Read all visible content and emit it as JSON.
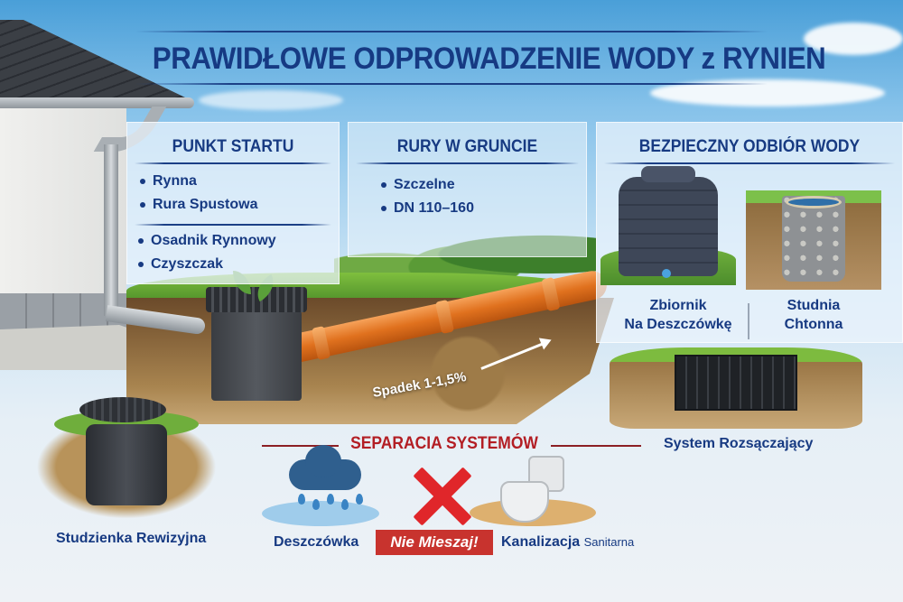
{
  "title": "PRAWIDŁOWE ODPROWADZENIE WODY z RYNIEN",
  "panels": {
    "start": {
      "title": "PUNKT STARTU",
      "group1": [
        "Rynna",
        "Rura Spustowa"
      ],
      "group2": [
        "Osadnik Rynnowy",
        "Czyszczak"
      ]
    },
    "pipes": {
      "title": "RURY W GRUNCIE",
      "items": [
        "Szczelne",
        "DN 110–160"
      ]
    },
    "safe": {
      "title": "BEZPIECZNY ODBIÓR WODY",
      "tank_label_1": "Zbiornik",
      "tank_label_2": "Na Deszczówkę",
      "well_label_1": "Studnia",
      "well_label_2": "Chtonna"
    }
  },
  "slope_label": "Spadek 1-1,5%",
  "infiltration_label": "System Rozsączający",
  "inspection_well_label": "Studzienka Rewizyjna",
  "separation": {
    "title": "SEPARACIA SYSTEMÓW",
    "rainwater_label": "Deszczówka",
    "warning_label": "Nie Mieszaj!",
    "sewage_label": "Kanalizacja",
    "sewage_label_small": "Sanitarna",
    "colors": {
      "title": "#b31e24",
      "warning_bg": "#c8332e",
      "x_mark": "#e0262a"
    }
  },
  "colors": {
    "heading": "#173a82",
    "pipe": "#e0711e",
    "sky": "#86c2ea"
  },
  "icons": [
    "house-roof",
    "downpipe",
    "gutter-settler",
    "orange-pvc-pipe",
    "slope-arrow",
    "rainwater-tank",
    "soakaway-well",
    "infiltration-crate",
    "inspection-well",
    "rain-cloud",
    "red-x",
    "toilet"
  ]
}
